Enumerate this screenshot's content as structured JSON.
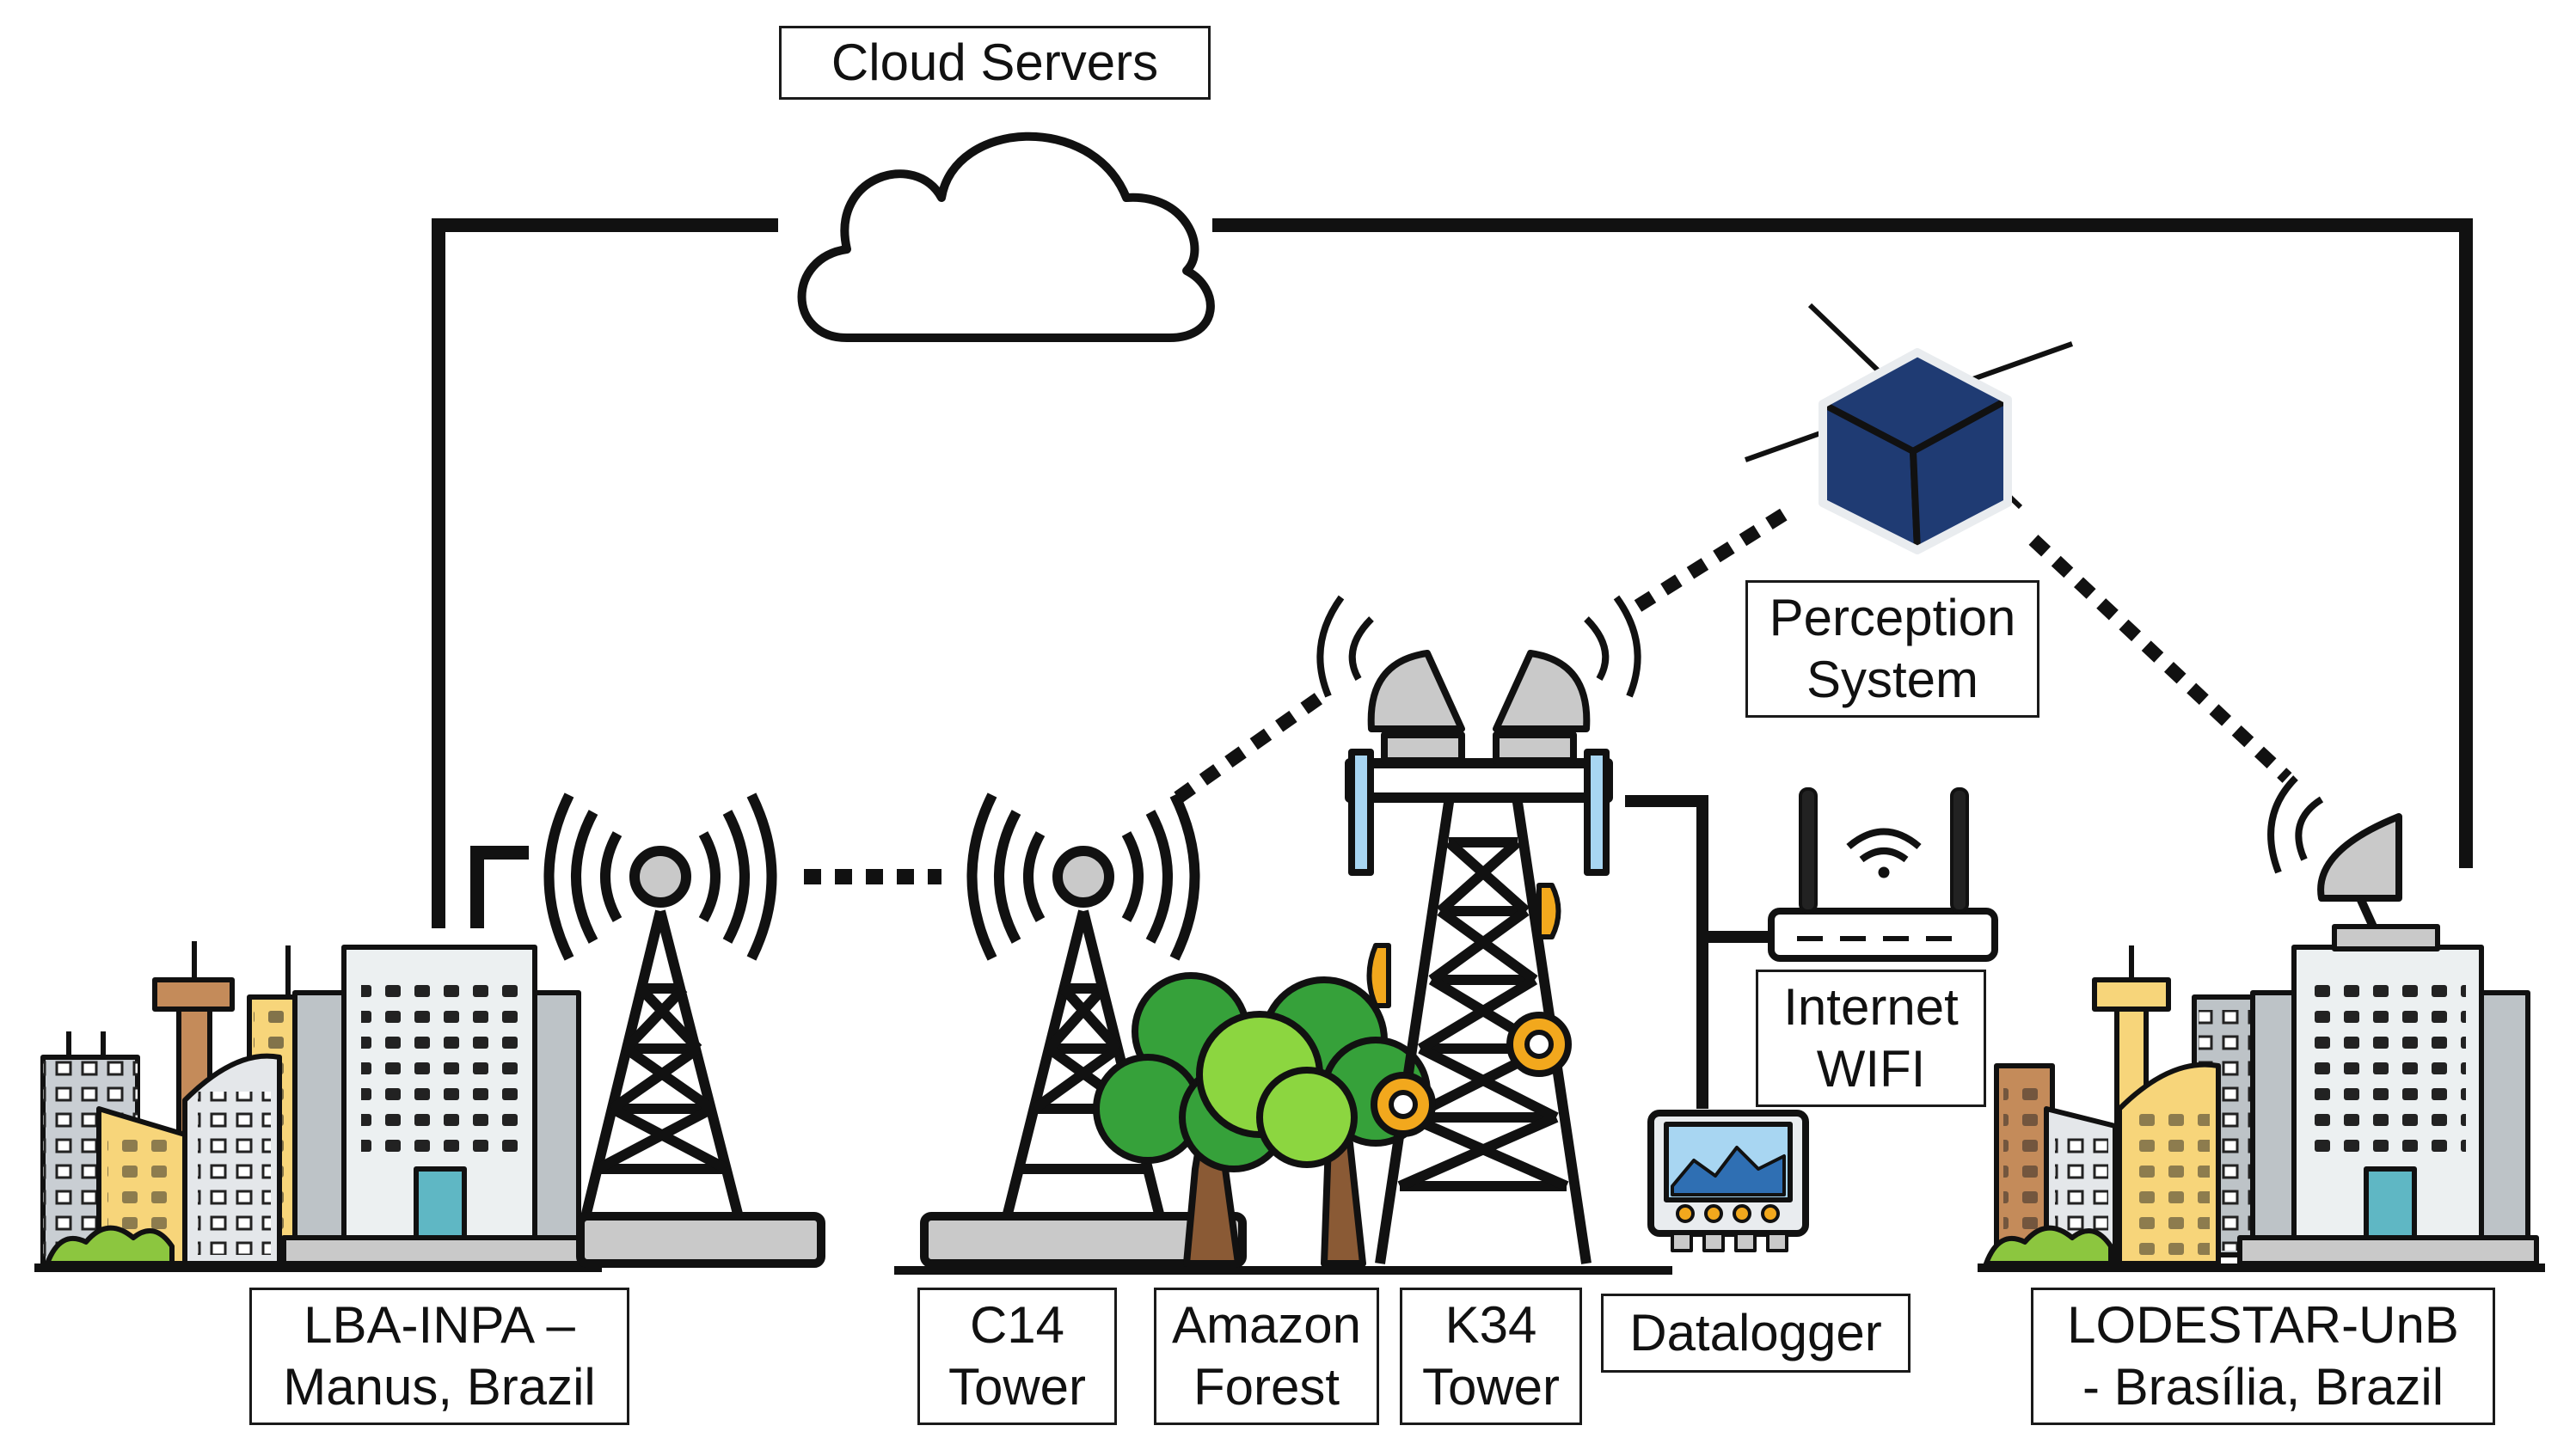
{
  "labels": {
    "cloud": "Cloud Servers",
    "perception": {
      "line1": "Perception",
      "line2": "System"
    },
    "internet": {
      "line1": "Internet",
      "line2": "WIFI"
    },
    "lba": {
      "line1": "LBA-INPA –",
      "line2": "Manus, Brazil"
    },
    "c14": {
      "line1": "C14",
      "line2": "Tower"
    },
    "amazon": {
      "line1": "Amazon",
      "line2": "Forest"
    },
    "k34": {
      "line1": "K34",
      "line2": "Tower"
    },
    "datalogger": "Datalogger",
    "lodestar": {
      "line1": "LODESTAR-UnB",
      "line2": "- Brasília, Brazil"
    }
  },
  "colors": {
    "stroke": "#111111",
    "building_white": "#ecf0f1",
    "building_yellow": "#f7d57a",
    "building_orange": "#c48b5a",
    "building_gray": "#c9ced3",
    "tree_dark": "#36a13a",
    "tree_light": "#8cd640",
    "trunk": "#8a5a35",
    "antenna_gray": "#c9c9c9",
    "solar_blue": "#1f3b73",
    "sky_blue": "#a8d6f2",
    "door_teal": "#5fb7c4",
    "bush": "#8cc63f",
    "accent_orange": "#f2a81d"
  }
}
